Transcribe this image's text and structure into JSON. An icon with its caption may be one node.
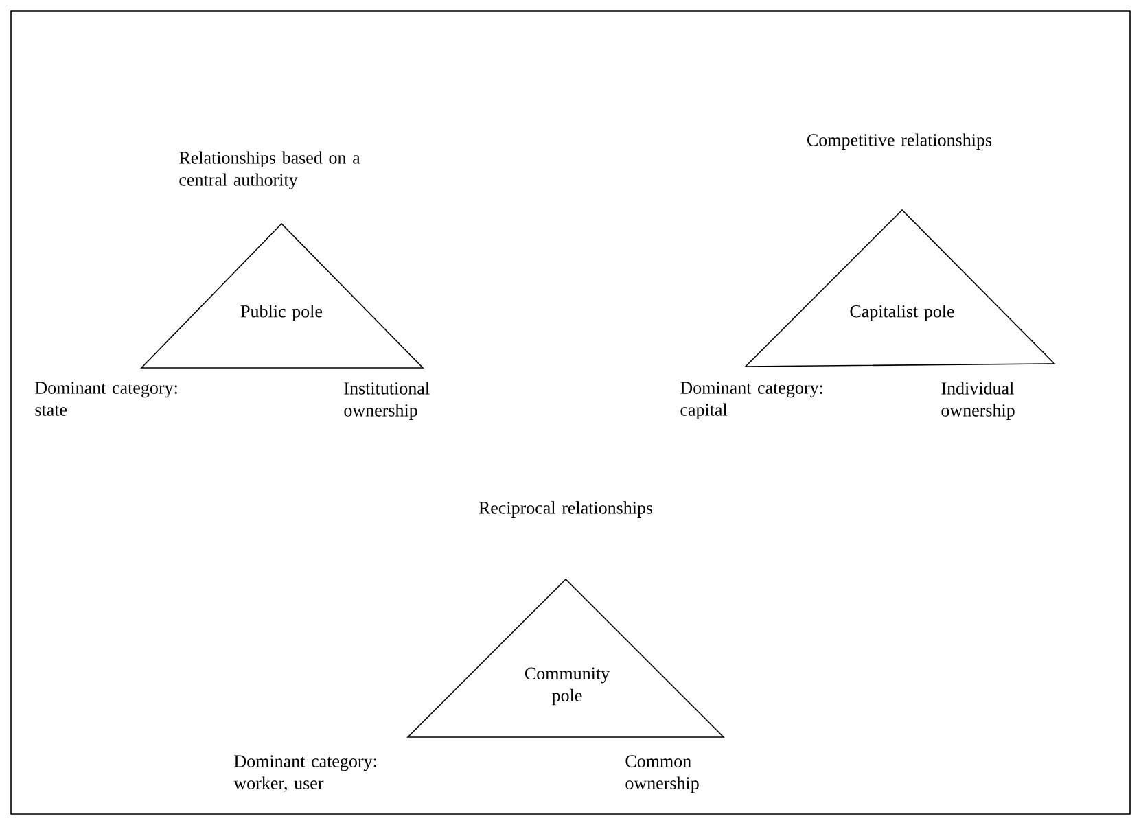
{
  "diagram": {
    "nodes": [
      {
        "text": [
          "Public pole"
        ],
        "beside": [
          "Relationships based on a central authority",
          "Dominant category: state",
          "Institutional ownership"
        ]
      },
      {
        "text": [
          "Capitalist pole"
        ],
        "beside": [
          "Competitive relationships",
          "Dominant category: capital",
          "Individual ownership"
        ]
      },
      {
        "text": [
          "Community pole"
        ],
        "beside": [
          "Reciprocal relationships",
          "Dominant category: worker, user",
          "Common ownership"
        ]
      }
    ]
  }
}
